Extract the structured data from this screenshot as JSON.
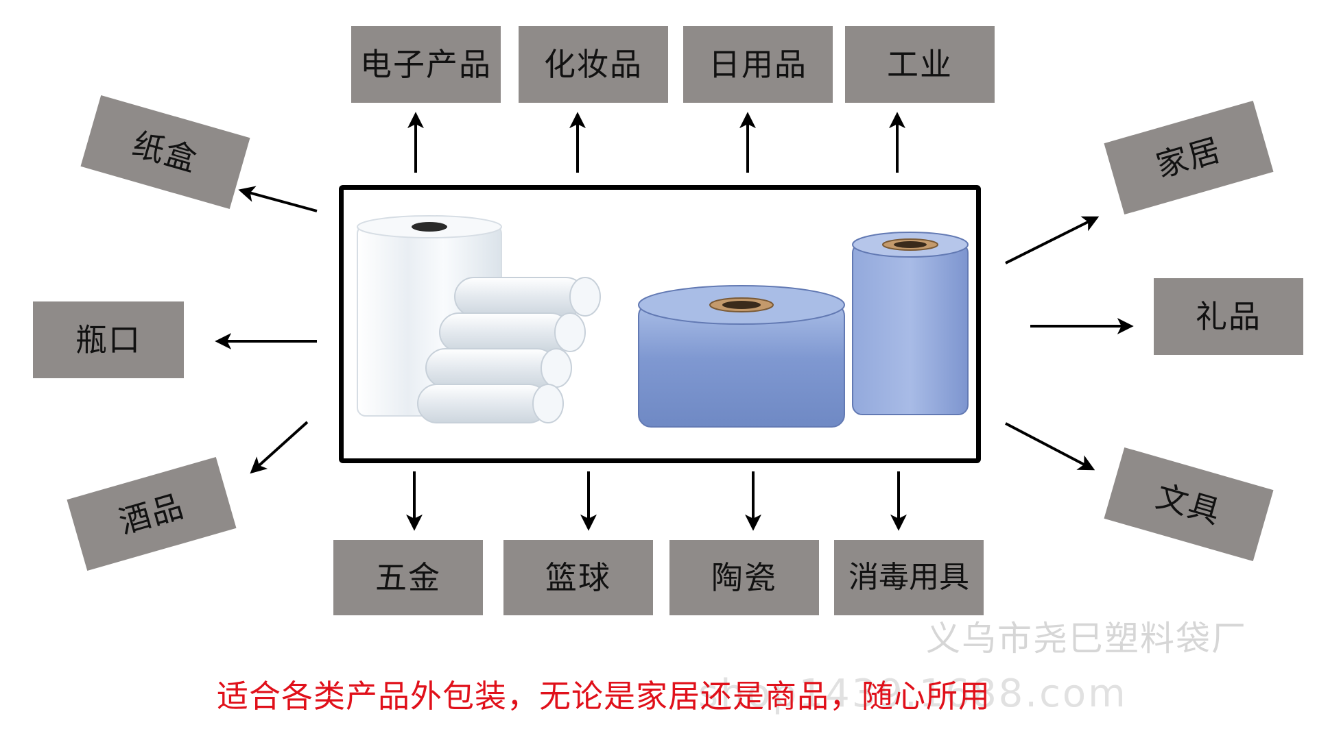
{
  "labels": {
    "electronics": "电子产品",
    "cosmetics": "化妆品",
    "daily_goods": "日用品",
    "industry": "工业",
    "paper_box": "纸盒",
    "bottle_mouth": "瓶口",
    "liquor": "酒品",
    "home": "家居",
    "gift": "礼品",
    "stationery": "文具",
    "hardware": "五金",
    "basketball": "篮球",
    "ceramics": "陶瓷",
    "disinfection_tools": "消毒用具"
  },
  "footer": {
    "text": "适合各类产品外包装，无论是家居还是商品，随心所用"
  },
  "watermark": {
    "company": "义乌市尧巳塑料袋厂",
    "url": "shop1439.1688.com"
  },
  "colors": {
    "label_bg": "#8f8b89",
    "footer_red": "#e0101a",
    "frame": "#000000",
    "film_clear": "#f1f4f7",
    "film_blue": "#7f98d1"
  }
}
